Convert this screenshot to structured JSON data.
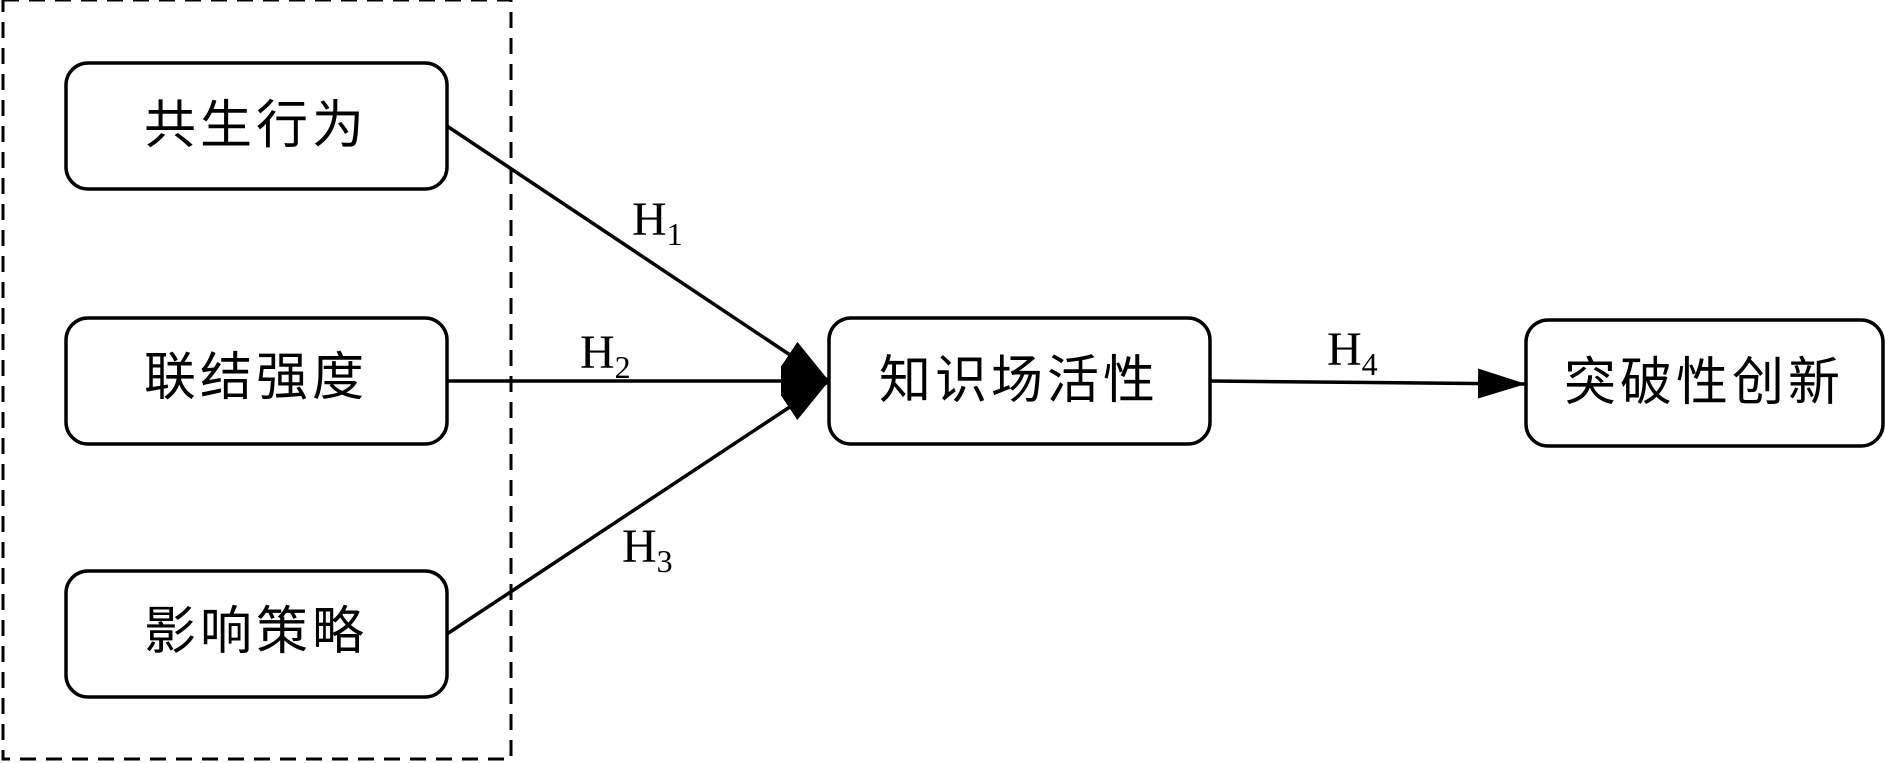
{
  "nodes": {
    "symbiotic_behavior": "共生行为",
    "connection_strength": "联结强度",
    "influence_strategy": "影响策略",
    "knowledge_field_activity": "知识场活性",
    "breakthrough_innovation": "突破性创新"
  },
  "hypotheses": {
    "h1": {
      "letter": "H",
      "sub": "1"
    },
    "h2": {
      "letter": "H",
      "sub": "2"
    },
    "h3": {
      "letter": "H",
      "sub": "3"
    },
    "h4": {
      "letter": "H",
      "sub": "4"
    }
  },
  "colors": {
    "stroke": "#000000",
    "fill": "#ffffff",
    "text": "#000000"
  }
}
